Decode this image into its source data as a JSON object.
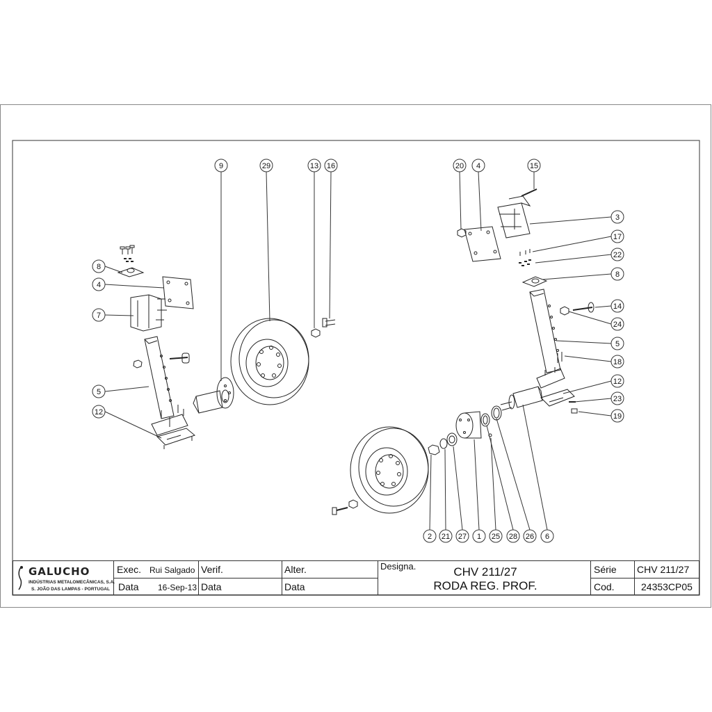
{
  "callouts": {
    "c9": "9",
    "c29": "29",
    "c13": "13",
    "c16": "16",
    "c20": "20",
    "c4r": "4",
    "c15": "15",
    "c3": "3",
    "c17": "17",
    "c22": "22",
    "c8r": "8",
    "c14": "14",
    "c24": "24",
    "c5r": "5",
    "c18": "18",
    "c12r": "12",
    "c23": "23",
    "c19": "19",
    "c8l": "8",
    "c4l": "4",
    "c7": "7",
    "c5l": "5",
    "c12l": "12",
    "c2": "2",
    "c21": "21",
    "c27": "27",
    "c1": "1",
    "c25": "25",
    "c28": "28",
    "c26": "26",
    "c6": "6"
  },
  "title_block": {
    "company": "GALUCHO",
    "company_line1": "INDÚSTRIAS METALOMECÂNICAS, S.A.",
    "company_line2": "S. JOÃO DAS LAMPAS - PORTUGAL",
    "exec_label": "Exec.",
    "exec_value": "Rui Salgado",
    "data_label_1": "Data",
    "date_value": "16-Sep-13",
    "verif_label": "Verif.",
    "data_label_2": "Data",
    "alter_label": "Alter.",
    "data_label_3": "Data",
    "designa_label": "Designa.",
    "designation_line1": "CHV 211/27",
    "designation_line2": "RODA REG. PROF.",
    "serie_label": "Série",
    "serie_value": "CHV 211/27",
    "cod_label": "Cod.",
    "cod_value": "24353CP05"
  }
}
